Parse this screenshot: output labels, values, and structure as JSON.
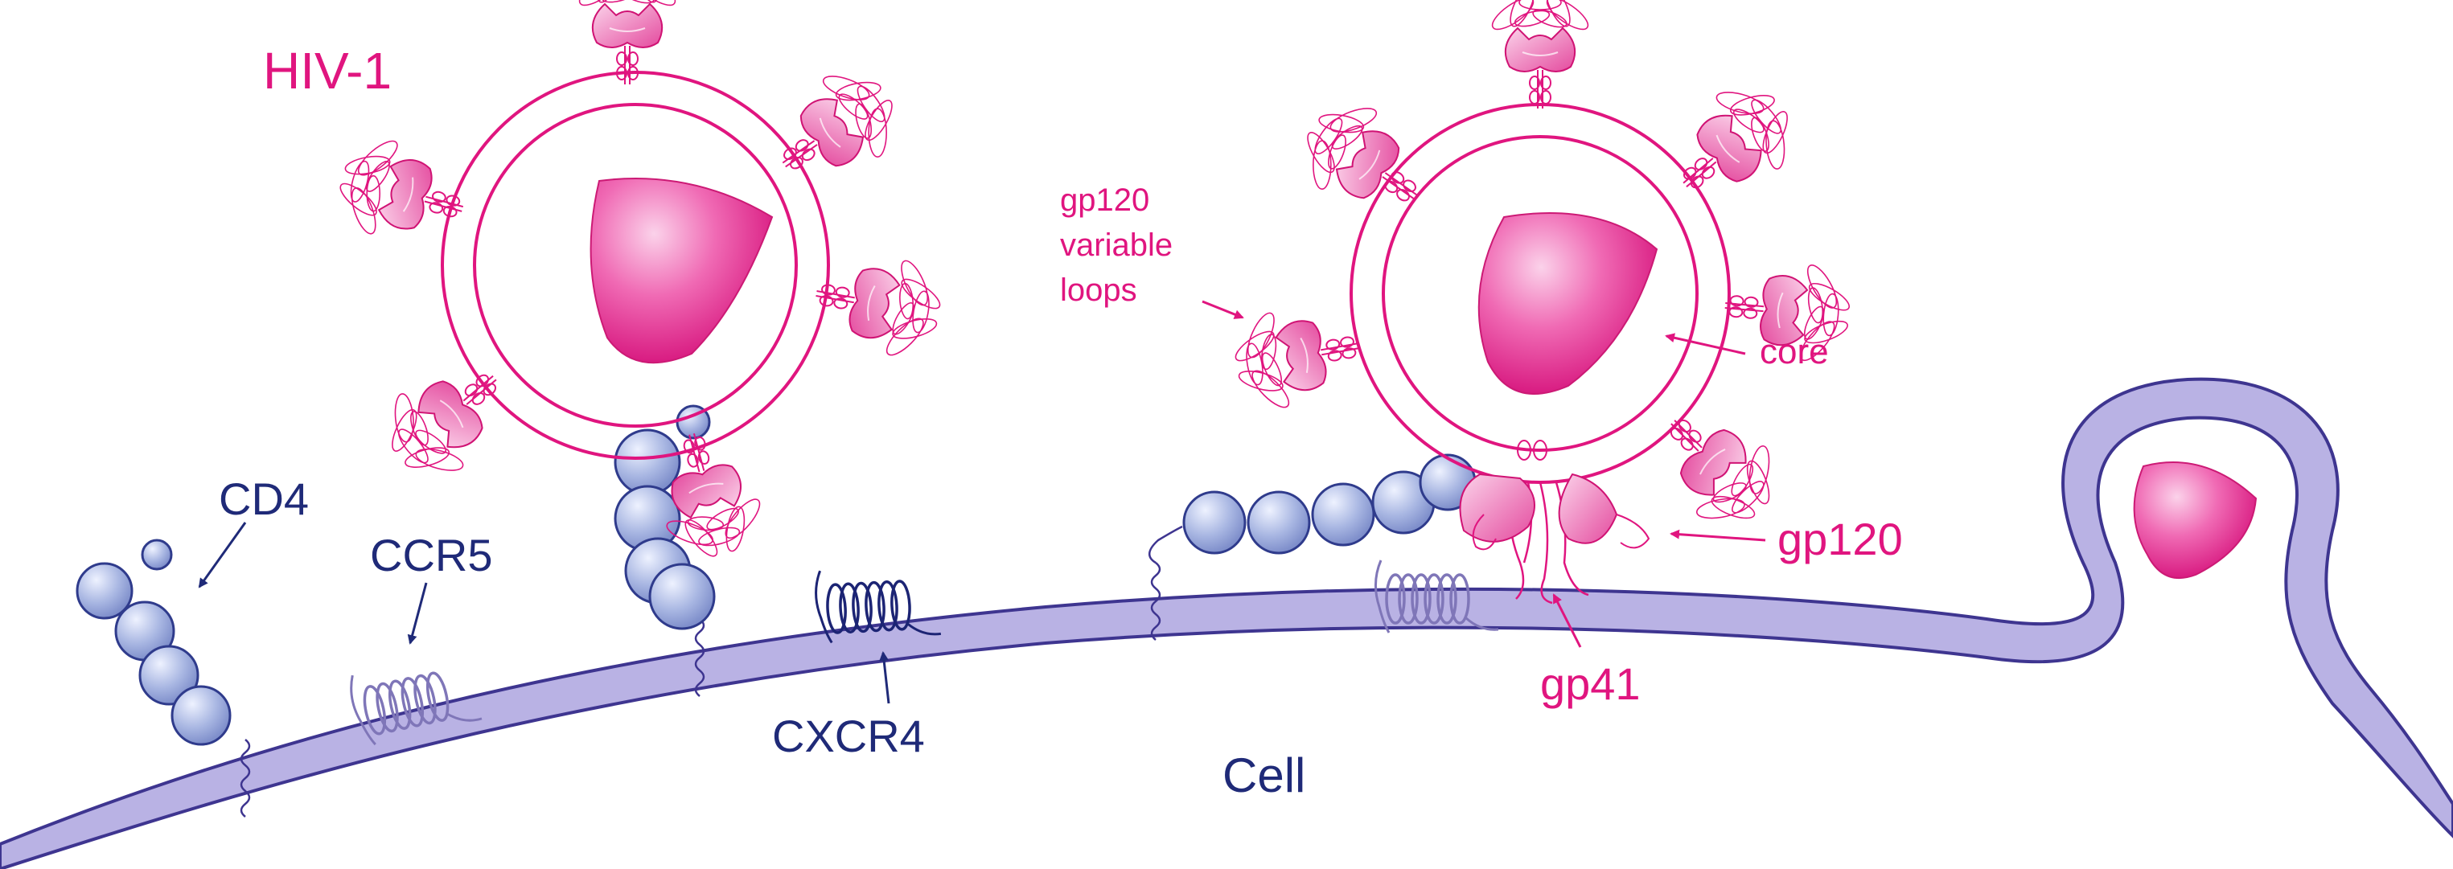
{
  "labels": {
    "virus": "HIV-1",
    "cd4": "CD4",
    "ccr5": "CCR5",
    "cxcr4": "CXCR4",
    "cell": "Cell",
    "variable_loops_line1": "gp120",
    "variable_loops_line2": "variable",
    "variable_loops_line3": "loops",
    "core": "core",
    "gp120": "gp120",
    "gp41": "gp41"
  },
  "colors": {
    "virus_magenta": "#e0157f",
    "membrane_fill": "#b9b2e4",
    "membrane_edge": "#3e3590",
    "receptor_navy": "#232f7a",
    "cd4_bead": "#a7b6e0",
    "cd4_edge": "#2f3b8c",
    "label_navy": "#1f2a78"
  }
}
